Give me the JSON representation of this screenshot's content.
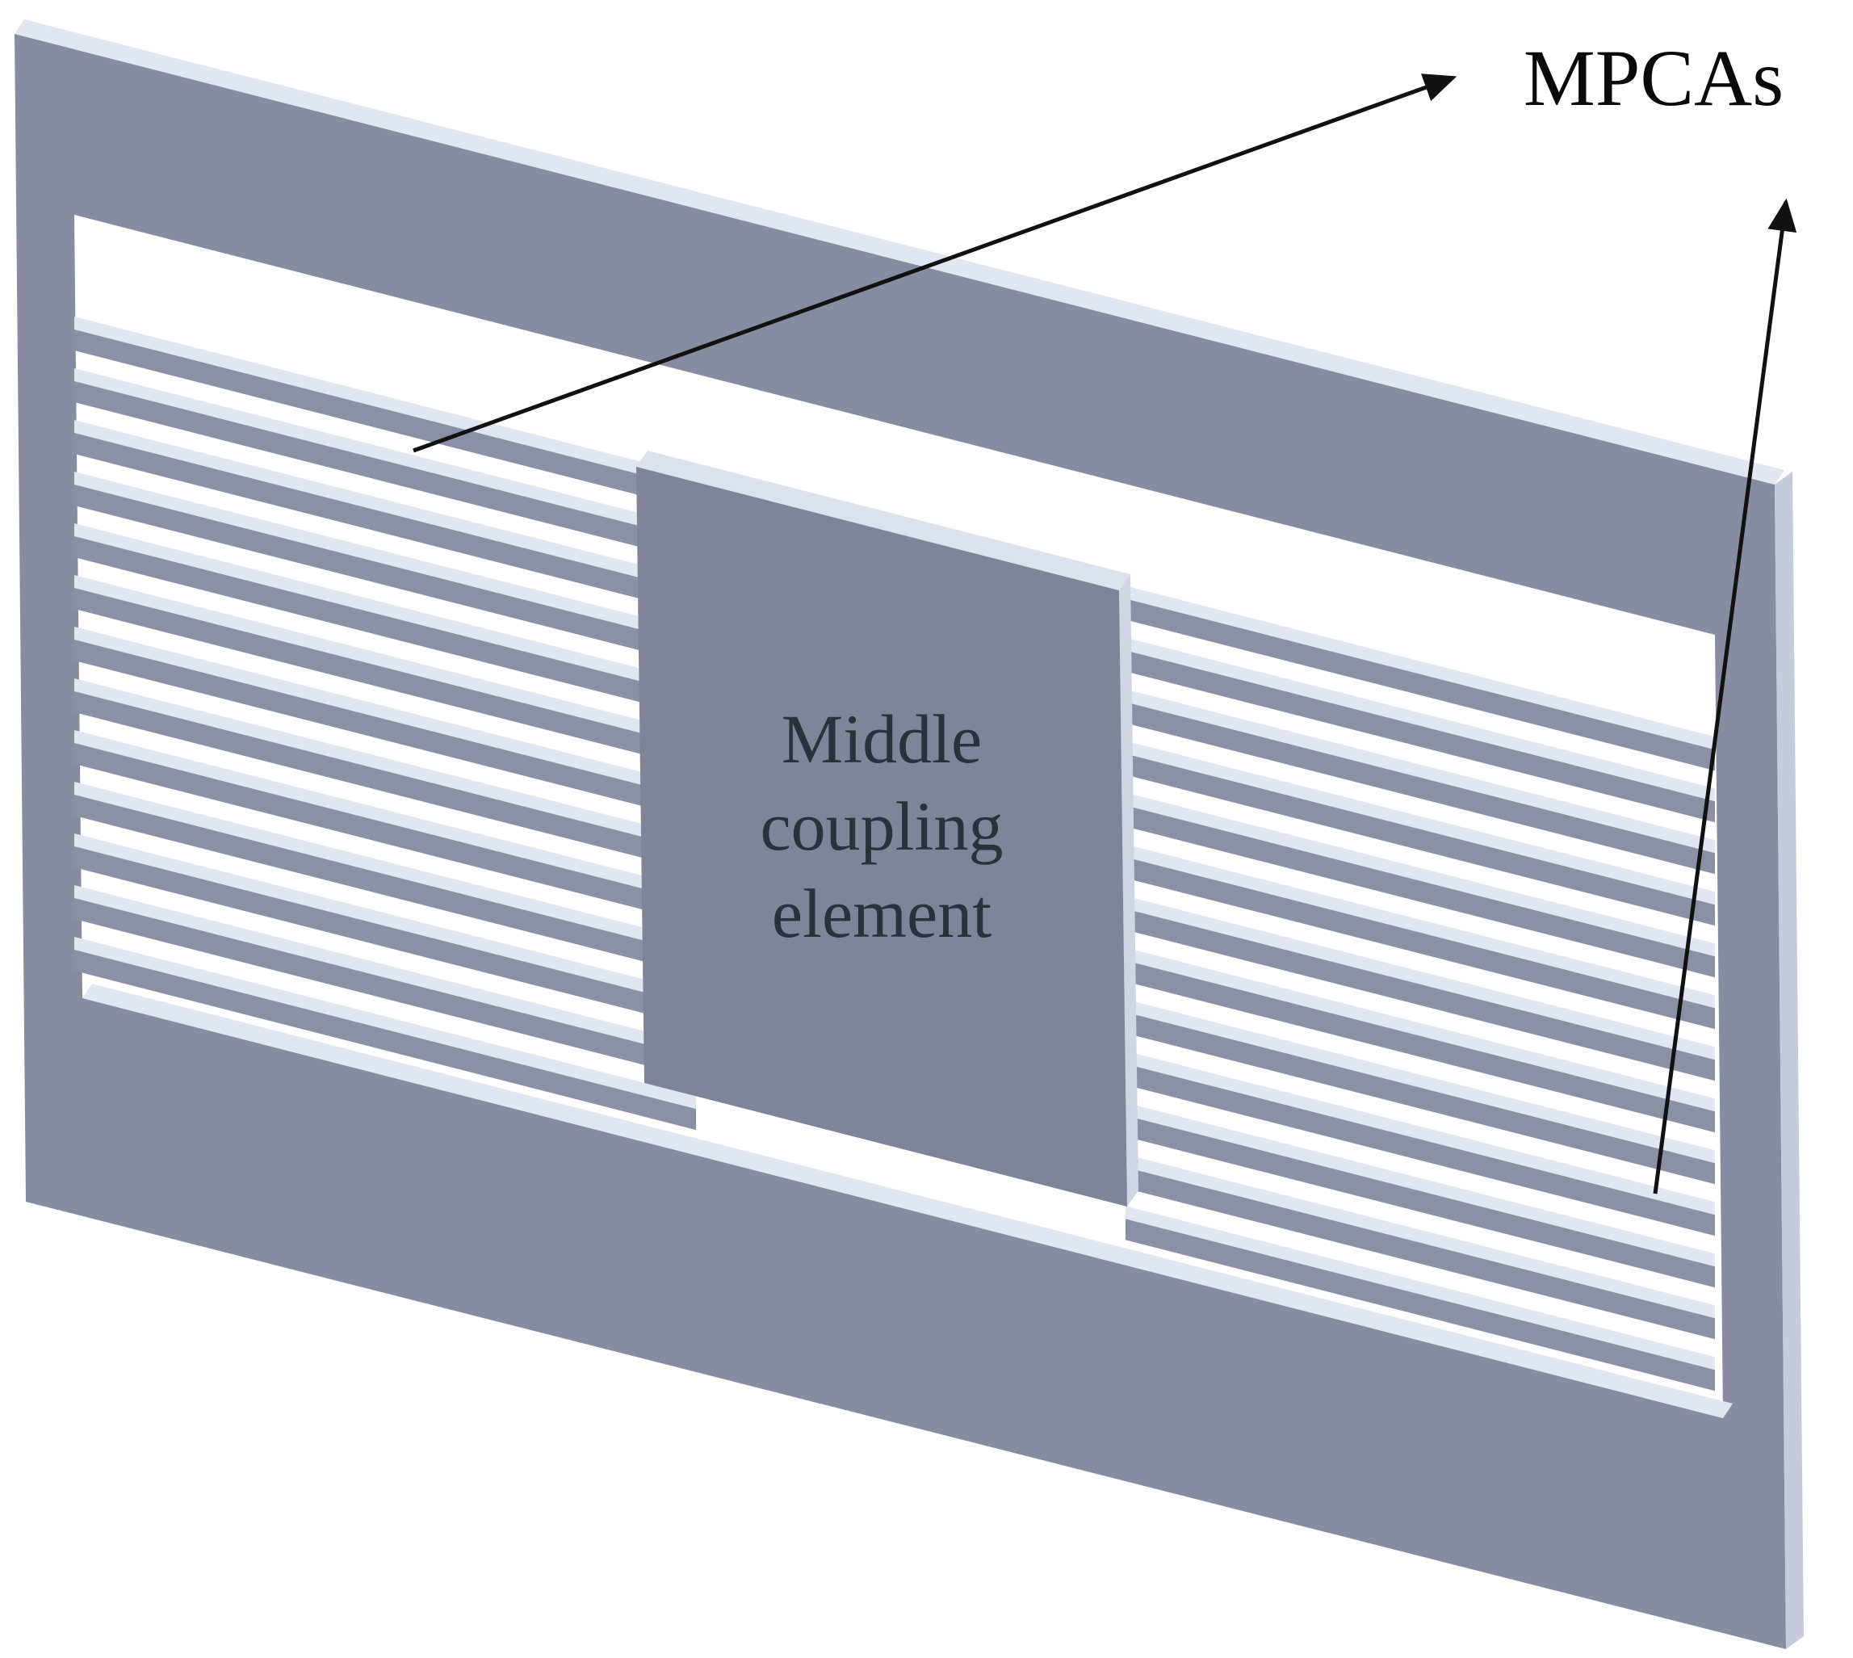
{
  "figure": {
    "background": "#ffffff",
    "labels": {
      "mpcas": "MPCAs",
      "middle_block_line1": "Middle",
      "middle_block_line2": "coupling",
      "middle_block_line3": "element"
    },
    "colors": {
      "face_gray": "#878ca1",
      "block_gray": "#7f8498",
      "fin_gray": "#8b90a5",
      "highlight": "#e2e5f2",
      "block_top_light": "#dde1ee",
      "block_side_light": "#d0d5e4",
      "frame_side_light": "#c6cbdc",
      "annotation": "#111111",
      "mpcas_text": "#0a0a0a",
      "block_text": "#2c303d"
    },
    "structure": {
      "description": "3D view of a rectangular frame resonator with two membrane-paired comb arrays (MPCAs) joined by a middle coupling element",
      "fins_per_array": 13,
      "arrays": [
        "left-mpca-array",
        "right-mpca-array"
      ]
    }
  }
}
